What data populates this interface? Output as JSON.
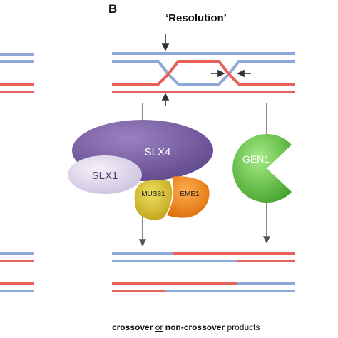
{
  "panel_label": "B",
  "title": "‘Resolution’",
  "proteins": {
    "slx4": "SLX4",
    "slx1": "SLX1",
    "mus81": "MUS81",
    "eme1": "EME1",
    "gen1": "GEN1"
  },
  "caption": {
    "crossover": "crossover",
    "or": "or",
    "non_crossover": "non-crossover",
    "products": "products"
  },
  "colors": {
    "blue_strand": "#8fa8dc",
    "red_strand": "#e8605a",
    "slx4": "#7a5fa0",
    "slx1": "#dcd3ec",
    "mus81": "#d8c21e",
    "eme1": "#f07f12",
    "gen1": "#58c43a"
  }
}
